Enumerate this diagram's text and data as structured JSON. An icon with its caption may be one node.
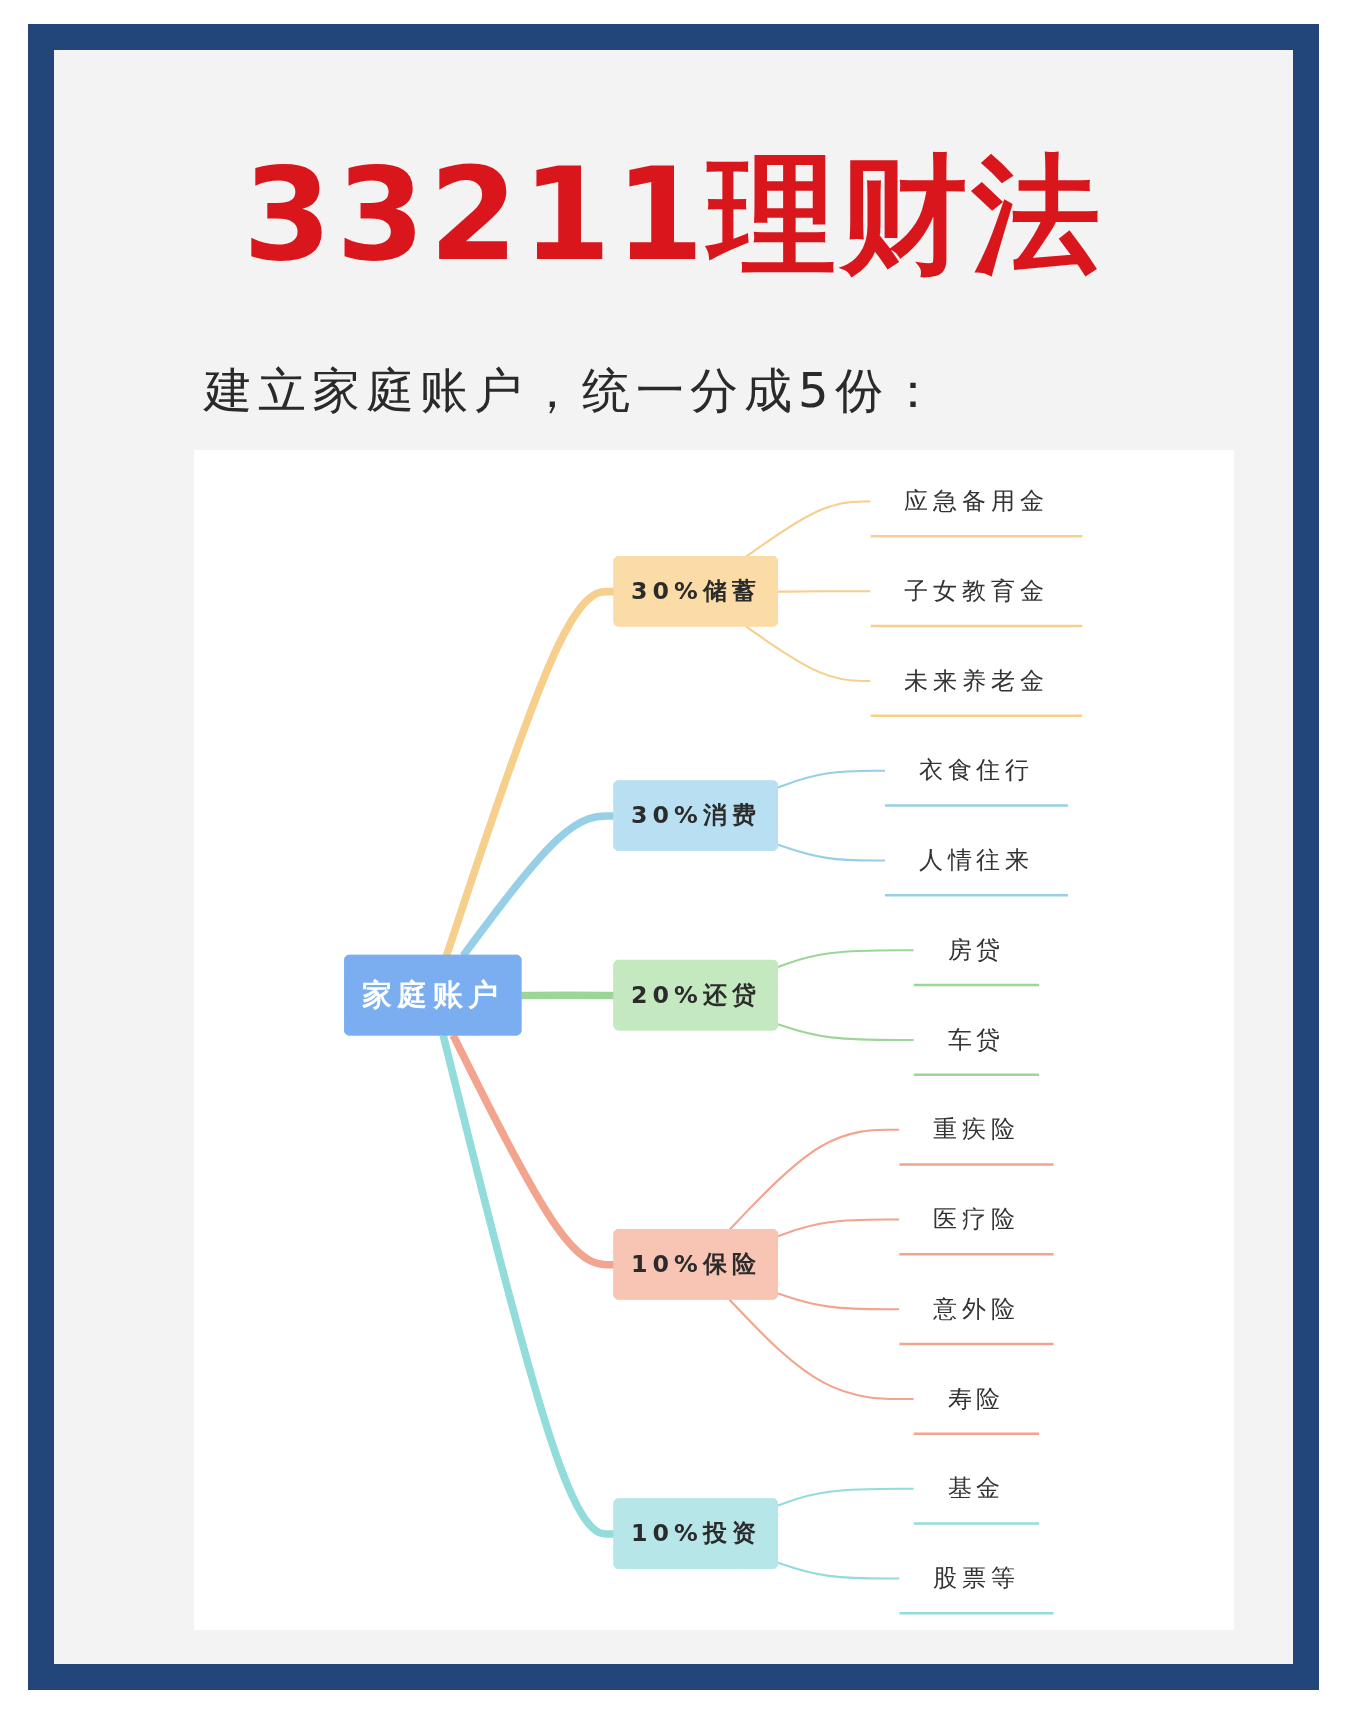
{
  "diagram": {
    "title": "33211理财法",
    "labels": [
      "建立家庭账户，统一分成5份："
    ],
    "nodes": [
      {
        "text": [
          "家庭账户"
        ]
      },
      {
        "text": [
          "30%储蓄"
        ]
      },
      {
        "text": [
          "应急备用金"
        ]
      },
      {
        "text": [
          "子女教育金"
        ]
      },
      {
        "text": [
          "未来养老金"
        ]
      },
      {
        "text": [
          "30%消费"
        ]
      },
      {
        "text": [
          "衣食住行"
        ]
      },
      {
        "text": [
          "人情往来"
        ]
      },
      {
        "text": [
          "20%还贷"
        ]
      },
      {
        "text": [
          "房贷"
        ]
      },
      {
        "text": [
          "车贷"
        ]
      },
      {
        "text": [
          "10%保险"
        ]
      },
      {
        "text": [
          "重疾险"
        ]
      },
      {
        "text": [
          "医疗险"
        ]
      },
      {
        "text": [
          "意外险"
        ]
      },
      {
        "text": [
          "寿险"
        ]
      },
      {
        "text": [
          "10%投资"
        ]
      },
      {
        "text": [
          "基金"
        ]
      },
      {
        "text": [
          "股票等"
        ]
      }
    ],
    "edges": [
      {
        "from": 0,
        "to": 1,
        "arrow": "none",
        "style": "thick",
        "color": "#f7cf8c"
      },
      {
        "from": 1,
        "to": 2,
        "arrow": "none",
        "color": "#f7cf8c"
      },
      {
        "from": 1,
        "to": 3,
        "arrow": "none",
        "color": "#f7cf8c"
      },
      {
        "from": 1,
        "to": 4,
        "arrow": "none",
        "color": "#f7cf8c"
      },
      {
        "from": 0,
        "to": 5,
        "arrow": "none",
        "style": "thick",
        "color": "#96cfe6"
      },
      {
        "from": 5,
        "to": 6,
        "arrow": "none",
        "color": "#96cfe6"
      },
      {
        "from": 5,
        "to": 7,
        "arrow": "none",
        "color": "#96cfe6"
      },
      {
        "from": 0,
        "to": 8,
        "arrow": "none",
        "style": "thick",
        "color": "#9cd696"
      },
      {
        "from": 8,
        "to": 9,
        "arrow": "none",
        "color": "#9cd696"
      },
      {
        "from": 8,
        "to": 10,
        "arrow": "none",
        "color": "#9cd696"
      },
      {
        "from": 0,
        "to": 11,
        "arrow": "none",
        "style": "thick",
        "color": "#f2a48e"
      },
      {
        "from": 11,
        "to": 12,
        "arrow": "none",
        "color": "#f2a48e"
      },
      {
        "from": 11,
        "to": 13,
        "arrow": "none",
        "color": "#f2a48e"
      },
      {
        "from": 11,
        "to": 14,
        "arrow": "none",
        "color": "#f2a48e"
      },
      {
        "from": 11,
        "to": 15,
        "arrow": "none",
        "color": "#f2a48e"
      },
      {
        "from": 0,
        "to": 16,
        "arrow": "none",
        "style": "thick",
        "color": "#93dcdc"
      },
      {
        "from": 16,
        "to": 17,
        "arrow": "none",
        "color": "#93dcdc"
      },
      {
        "from": 16,
        "to": 18,
        "arrow": "none",
        "color": "#93dcdc"
      }
    ]
  }
}
